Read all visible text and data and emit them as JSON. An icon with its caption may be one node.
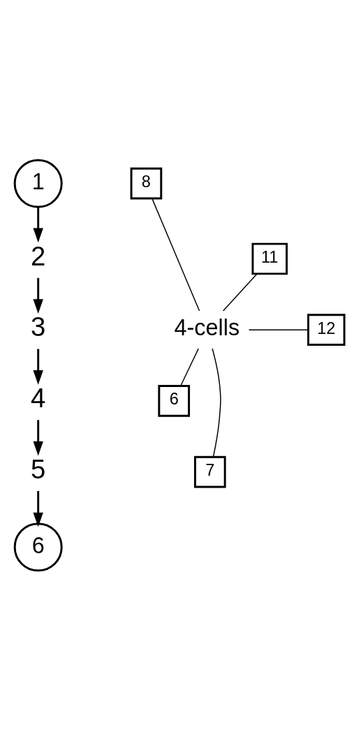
{
  "diagram": {
    "nodes": [
      {
        "text": [
          "1"
        ]
      },
      {
        "text": [
          "8"
        ]
      },
      {
        "text": [
          "2"
        ]
      },
      {
        "text": [
          "11"
        ]
      },
      {
        "text": [
          "3"
        ]
      },
      {
        "text": [
          "4-cells"
        ]
      },
      {
        "text": [
          "12"
        ]
      },
      {
        "text": [
          "4"
        ]
      },
      {
        "text": [
          "6"
        ]
      },
      {
        "text": [
          "5"
        ]
      },
      {
        "text": [
          "7"
        ]
      },
      {
        "text": [
          "6"
        ]
      }
    ],
    "edges": [
      {
        "from": 0,
        "to": 2,
        "arrow": "to"
      },
      {
        "from": 2,
        "to": 4,
        "arrow": "to"
      },
      {
        "from": 4,
        "to": 7,
        "arrow": "to"
      },
      {
        "from": 7,
        "to": 9,
        "arrow": "to"
      },
      {
        "from": 9,
        "to": 11,
        "arrow": "to"
      },
      {
        "from": 5,
        "to": 1,
        "arrow": "none"
      },
      {
        "from": 5,
        "to": 3,
        "arrow": "none"
      },
      {
        "from": 5,
        "to": 6,
        "arrow": "none"
      },
      {
        "from": 5,
        "to": 8,
        "arrow": "none"
      },
      {
        "from": 5,
        "to": 10,
        "arrow": "none"
      }
    ]
  }
}
